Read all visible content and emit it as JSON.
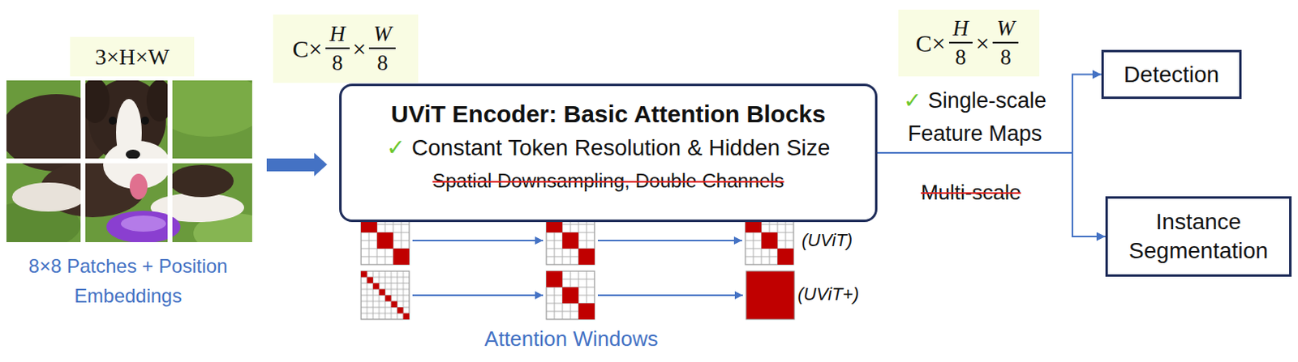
{
  "diagram": {
    "nodes": [
      {
        "text": [
          "3×H×W"
        ]
      },
      {
        "text": [
          "C×",
          "H",
          "8",
          "×",
          "W",
          "8"
        ]
      },
      {
        "text": [
          "UViT Encoder: Basic Attention Blocks",
          "✓",
          "Constant Token Resolution & Hidden Size",
          "Spatial Downsampling, Double Channels"
        ]
      },
      {
        "text": [
          "C×",
          "H",
          "8",
          "×",
          "W",
          "8"
        ]
      },
      {
        "text": [
          "Detection"
        ]
      },
      {
        "text": [
          "Instance Segmentation"
        ]
      }
    ],
    "edges": [
      {
        "from": 2,
        "to": 4,
        "arrow": "to"
      },
      {
        "from": 2,
        "to": 5,
        "arrow": "to"
      }
    ],
    "labels": [
      "8×8 Patches + Position Embeddings",
      "(UViT)",
      "(UViT+)",
      "Attention Windows",
      "✓",
      "Single-scale Feature Maps",
      "Multi-scale"
    ]
  }
}
